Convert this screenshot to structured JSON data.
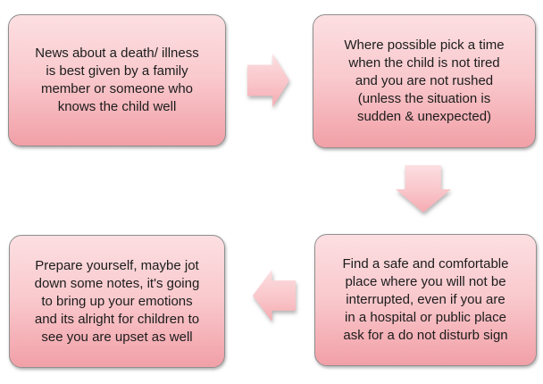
{
  "flowchart": {
    "boxes": [
      {
        "id": "news-source",
        "lines": [
          "News about a death/ illness",
          "is best given by a family",
          "member or someone who",
          "knows the child well"
        ]
      },
      {
        "id": "pick-time",
        "lines": [
          "Where possible pick a time",
          "when the child is not tired",
          "and you are not rushed",
          "(unless the situation is",
          "sudden & unexpected)"
        ]
      },
      {
        "id": "safe-place",
        "lines": [
          "Find a safe and comfortable",
          "place where you will not be",
          "interrupted, even if  you are",
          "in a hospital or public place",
          "ask for a do not disturb sign"
        ]
      },
      {
        "id": "prepare-yourself",
        "lines": [
          "Prepare yourself, maybe jot",
          "down some notes, it's going",
          "to bring up your emotions",
          "and its alright for children to",
          "see you are upset as well"
        ]
      }
    ],
    "arrows": [
      {
        "id": "arrow-1",
        "direction": "right",
        "from": "news-source",
        "to": "pick-time"
      },
      {
        "id": "arrow-2",
        "direction": "down",
        "from": "pick-time",
        "to": "safe-place"
      },
      {
        "id": "arrow-3",
        "direction": "left",
        "from": "safe-place",
        "to": "prepare-yourself"
      }
    ],
    "colors": {
      "box_gradient_top": "#fcdfe2",
      "box_gradient_bottom": "#f1a0a7",
      "arrow_gradient_top": "#fcdee1",
      "arrow_gradient_bottom": "#f5abb1",
      "box_border": "#8f8f8f",
      "text": "#1c1c1c",
      "background": "#ffffff"
    }
  }
}
